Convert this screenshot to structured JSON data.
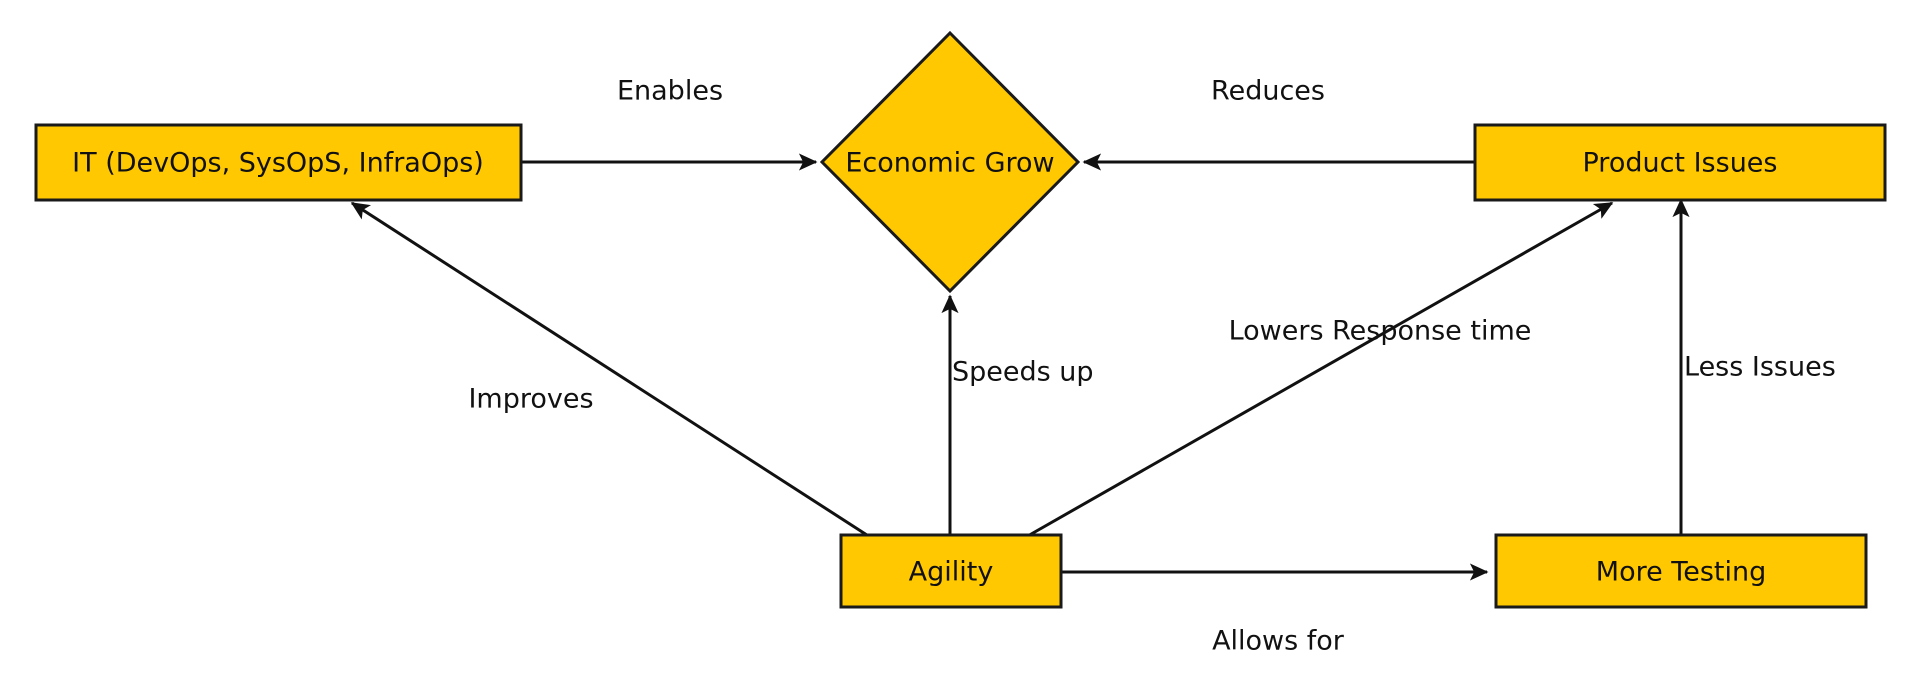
{
  "diagram": {
    "title": "IT Value Flow Diagram",
    "background_color": "#ffffff",
    "node_fill_color": "#ffc800",
    "node_stroke_color": "#1a1a1a",
    "edge_color": "#111111",
    "nodes": [
      {
        "id": "it",
        "label": "IT (DevOps, SysOpS, InfraOps)",
        "shape": "rectangle"
      },
      {
        "id": "economic_grow",
        "label": "Economic Grow",
        "shape": "diamond"
      },
      {
        "id": "product_issues",
        "label": "Product Issues",
        "shape": "rectangle"
      },
      {
        "id": "agility",
        "label": "Agility",
        "shape": "rectangle"
      },
      {
        "id": "more_testing",
        "label": "More Testing",
        "shape": "rectangle"
      }
    ],
    "edges": [
      {
        "id": "e1",
        "from": "it",
        "to": "economic_grow",
        "label": "Enables"
      },
      {
        "id": "e2",
        "from": "product_issues",
        "to": "economic_grow",
        "label": "Reduces"
      },
      {
        "id": "e3",
        "from": "agility",
        "to": "it",
        "label": "Improves"
      },
      {
        "id": "e4",
        "from": "agility",
        "to": "economic_grow",
        "label": "Speeds up"
      },
      {
        "id": "e5",
        "from": "agility",
        "to": "product_issues",
        "label": "Lowers Response time"
      },
      {
        "id": "e6",
        "from": "more_testing",
        "to": "product_issues",
        "label": "Less Issues"
      },
      {
        "id": "e7",
        "from": "agility",
        "to": "more_testing",
        "label": "Allows for"
      }
    ]
  }
}
